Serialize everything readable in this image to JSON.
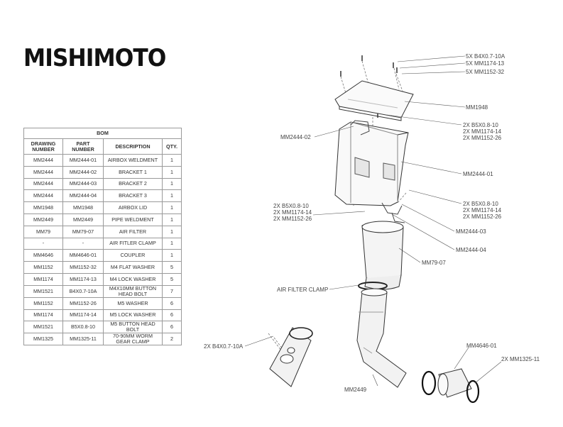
{
  "brand": "MISHIMOTO",
  "bom": {
    "title": "BOM",
    "headers": [
      "DRAWING NUMBER",
      "PART NUMBER",
      "DESCRIPTION",
      "QTY."
    ],
    "rows": [
      [
        "MM2444",
        "MM2444-01",
        "AIRBOX WELDMENT",
        "1"
      ],
      [
        "MM2444",
        "MM2444-02",
        "BRACKET 1",
        "1"
      ],
      [
        "MM2444",
        "MM2444-03",
        "BRACKET 2",
        "1"
      ],
      [
        "MM2444",
        "MM2444-04",
        "BRACKET 3",
        "1"
      ],
      [
        "MM1948",
        "MM1948",
        "AIRBOX LID",
        "1"
      ],
      [
        "MM2449",
        "MM2449",
        "PIPE WELDMENT",
        "1"
      ],
      [
        "MM79",
        "MM79-07",
        "AIR FILTER",
        "1"
      ],
      [
        "-",
        "-",
        "AIR FITLER CLAMP",
        "1"
      ],
      [
        "MM4646",
        "MM4646-01",
        "COUPLER",
        "1"
      ],
      [
        "MM1152",
        "MM1152-32",
        "M4 FLAT WASHER",
        "5"
      ],
      [
        "MM1174",
        "MM1174-13",
        "M4 LOCK WASHER",
        "5"
      ],
      [
        "MM1521",
        "B4X0.7-10A",
        "M4X10MM BUTTON HEAD BOLT",
        "7"
      ],
      [
        "MM1152",
        "MM1152-26",
        "M5 WASHER",
        "6"
      ],
      [
        "MM1174",
        "MM1174-14",
        "M5 LOCK WASHER",
        "6"
      ],
      [
        "MM1521",
        "B5X0.8-10",
        "M5 BUTTON HEAD BOLT",
        "6"
      ],
      [
        "MM1325",
        "MM1325-11",
        "70-90MM WORM GEAR CLAMP",
        "2"
      ]
    ]
  },
  "callouts": {
    "lid_bolts": "5X B4X0.7-10A",
    "lid_lock_washers": "5X MM1174-13",
    "lid_flat_washers": "5X MM1152-32",
    "lid": "MM1948",
    "upper_bolts": "2X B5X0.8-10",
    "upper_lock_washers": "2X MM1174-14",
    "upper_washers": "2X MM1152-26",
    "bracket1": "MM2444-02",
    "airbox": "MM2444-01",
    "right_bolts": "2X B5X0.8-10",
    "right_lock_washers": "2X MM1174-14",
    "right_washers": "2X MM1152-26",
    "left_bolts": "2X B5X0.8-10",
    "left_lock_washers": "2X MM1174-14",
    "left_washers": "2X MM1152-26",
    "bracket2": "MM2444-03",
    "bracket3": "MM2444-04",
    "filter": "MM79-07",
    "filter_clamp": "AIR FILTER CLAMP",
    "pipe_bolts": "2X B4X0.7-10A",
    "coupler": "MM4646-01",
    "worm_clamps": "2X MM1325-11",
    "pipe": "MM2449"
  }
}
